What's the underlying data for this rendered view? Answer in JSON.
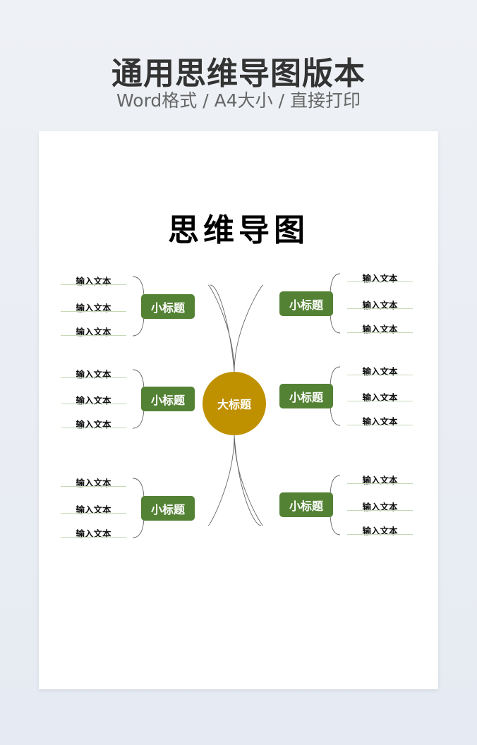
{
  "header": {
    "title": "通用思维导图版本",
    "subtitle": "Word格式 / A4大小 / 直接打印"
  },
  "document": {
    "title": "思维导图"
  },
  "mindmap": {
    "center": "大标题",
    "branches": [
      {
        "label": "小标题",
        "items": [
          "输入文本",
          "输入文本",
          "输入文本"
        ]
      },
      {
        "label": "小标题",
        "items": [
          "输入文本",
          "输入文本",
          "输入文本"
        ]
      },
      {
        "label": "小标题",
        "items": [
          "输入文本",
          "输入文本",
          "输入文本"
        ]
      },
      {
        "label": "小标题",
        "items": [
          "输入文本",
          "输入文本",
          "输入文本"
        ]
      },
      {
        "label": "小标题",
        "items": [
          "输入文本",
          "输入文本",
          "输入文本"
        ]
      },
      {
        "label": "小标题",
        "items": [
          "输入文本",
          "输入文本",
          "输入文本"
        ]
      }
    ]
  },
  "colors": {
    "center": "#bf9000",
    "branch": "#548235",
    "underline": "#c5d9b5"
  }
}
